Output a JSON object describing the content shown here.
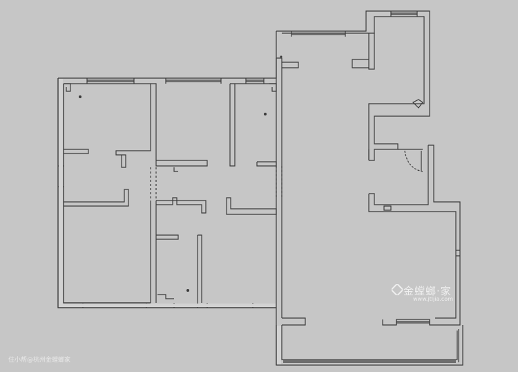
{
  "watermark": {
    "brand": "金螳螂·家",
    "url": "www.jtljia.com"
  },
  "credit": "住小帮@杭州金螳螂家",
  "colors": {
    "background": "#c6c6c6",
    "wall_fill": "#dcdcdc",
    "line": "#3a3a3a"
  }
}
